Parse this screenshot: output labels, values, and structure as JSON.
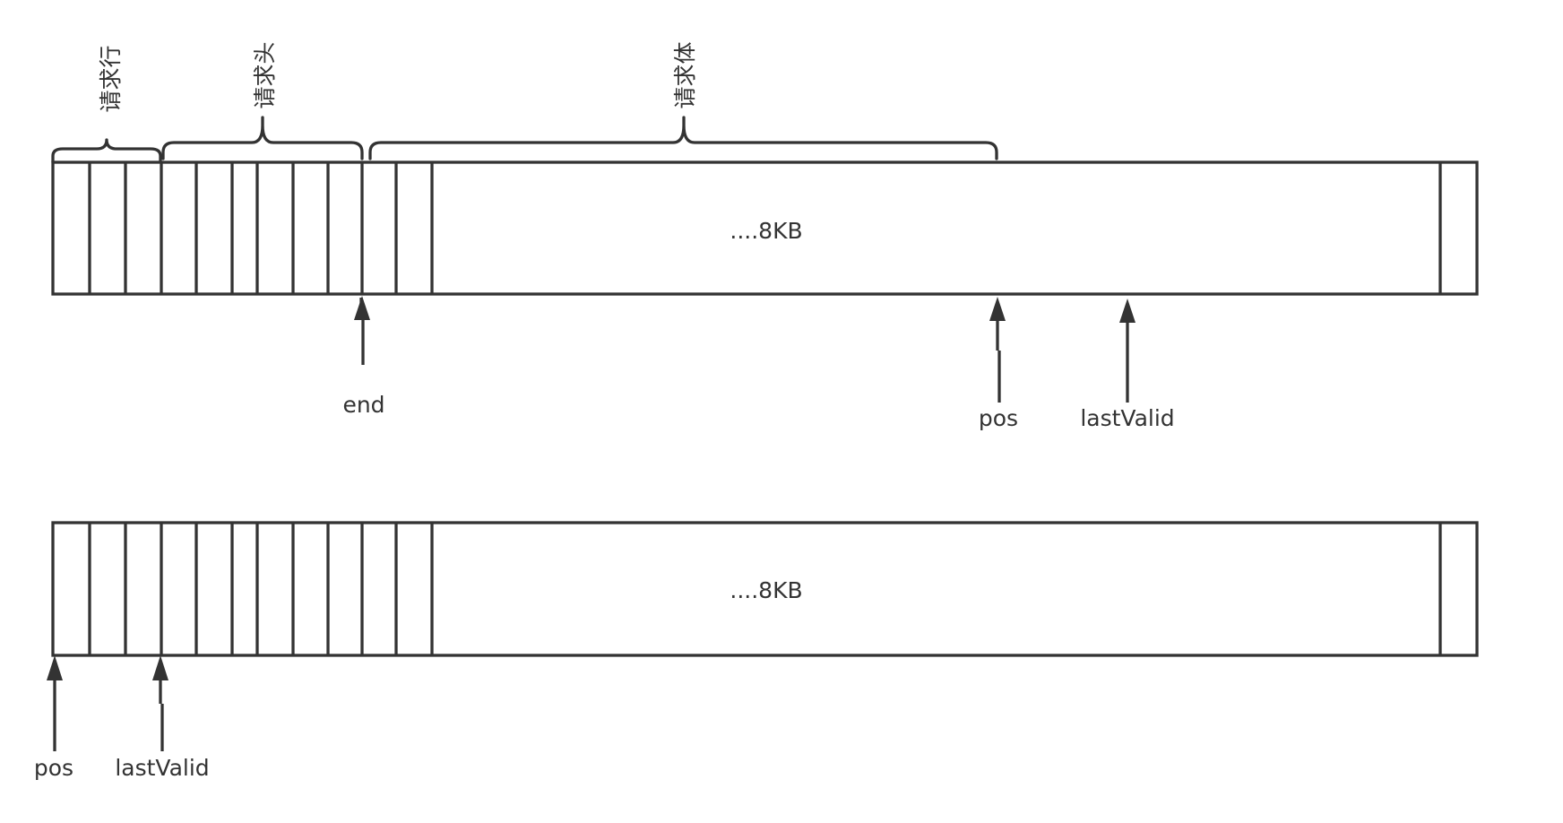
{
  "diagram": {
    "colors": {
      "stroke": "#333333",
      "text": "#333333",
      "background": "#ffffff"
    },
    "top_buffer": {
      "size_label": "....8KB",
      "regions": [
        {
          "label": "请求行"
        },
        {
          "label": "请求头"
        },
        {
          "label": "请求体"
        }
      ],
      "pointers": [
        {
          "label": "end"
        },
        {
          "label": "pos"
        },
        {
          "label": "lastValid"
        }
      ]
    },
    "bottom_buffer": {
      "size_label": "....8KB",
      "pointers": [
        {
          "label": "pos"
        },
        {
          "label": "lastValid"
        }
      ]
    }
  }
}
